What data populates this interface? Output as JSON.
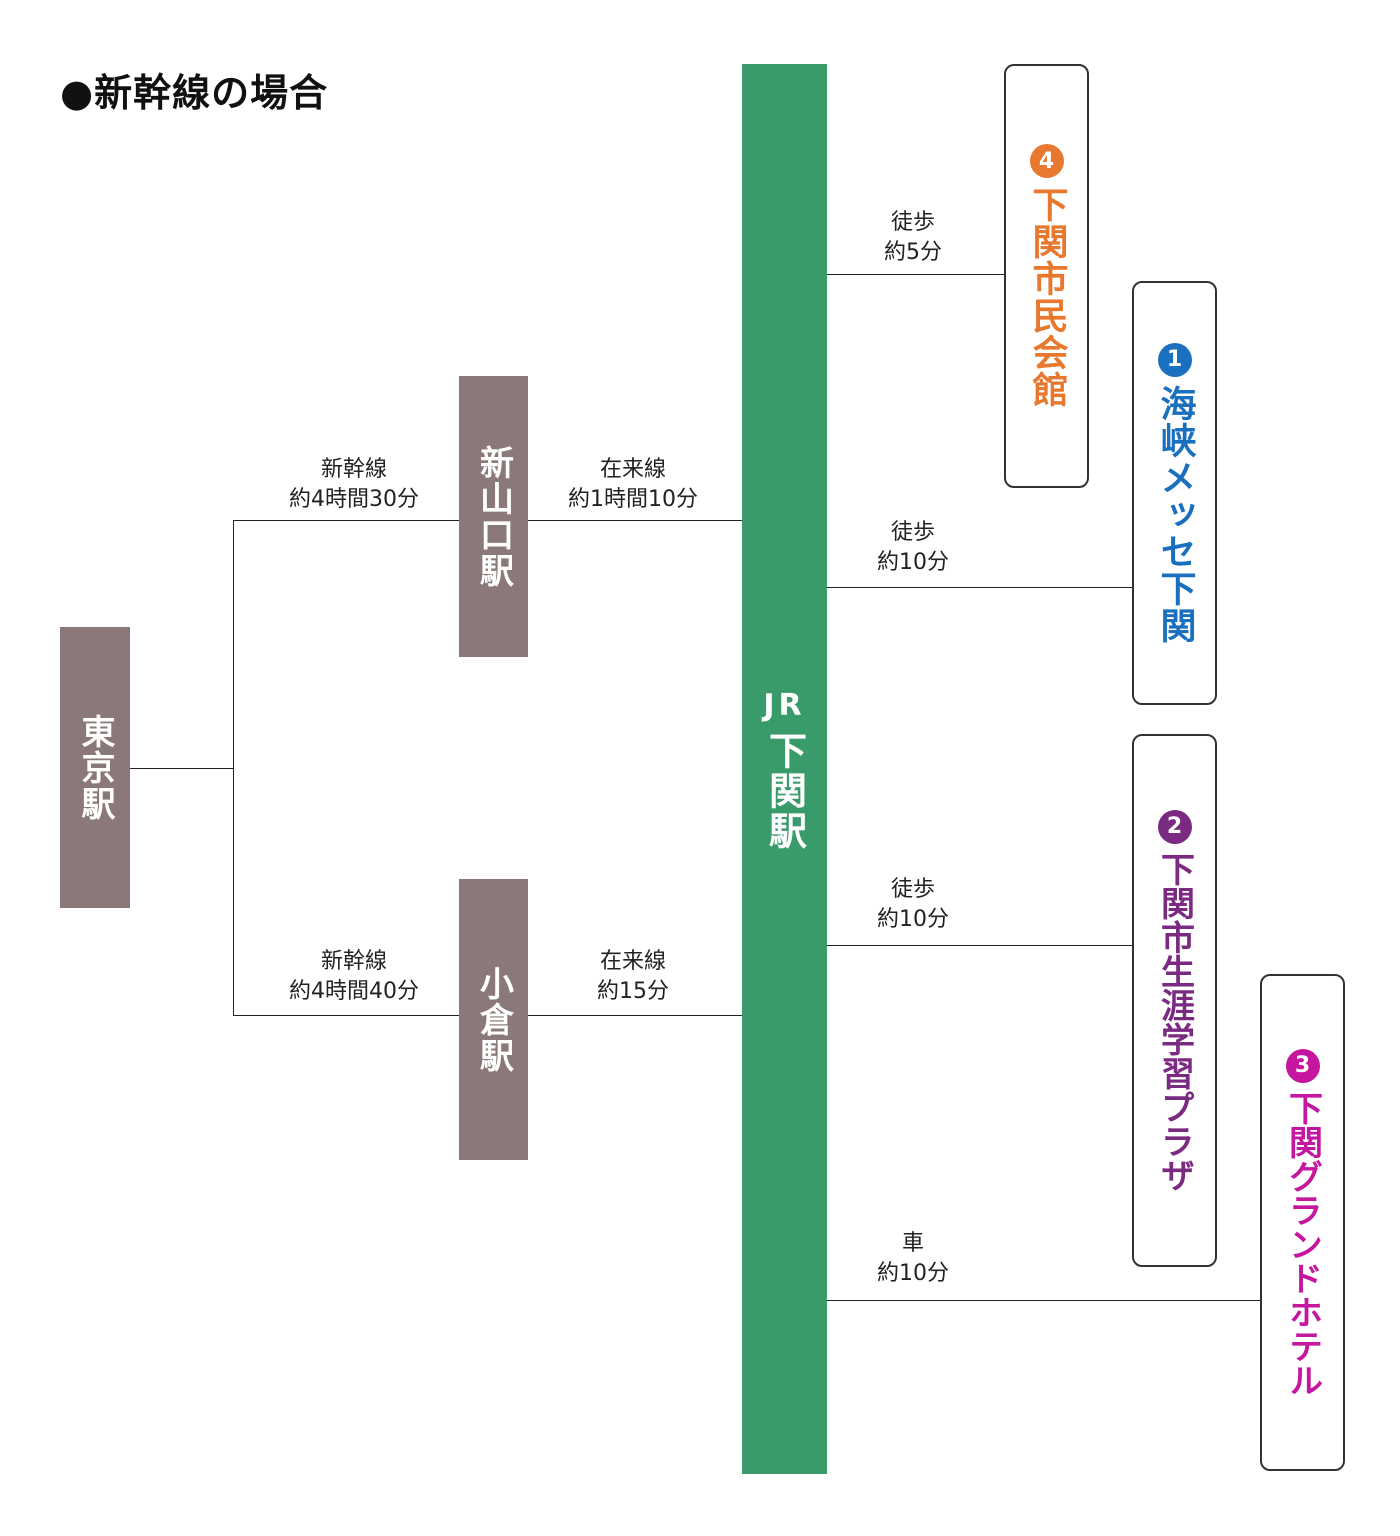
{
  "title": "●新幹線の場合",
  "stations": {
    "tokyo": "東京駅",
    "shin_yamaguchi": "新山口駅",
    "kokura": "小倉駅"
  },
  "jr": {
    "prefix": "JR",
    "name": "下関駅"
  },
  "routes": {
    "tokyo_shin_yamaguchi": {
      "mode": "新幹線",
      "time": "約4時間30分"
    },
    "tokyo_kokura": {
      "mode": "新幹線",
      "time": "約4時間40分"
    },
    "shin_yamaguchi_jr": {
      "mode": "在来線",
      "time": "約1時間10分"
    },
    "kokura_jr": {
      "mode": "在来線",
      "time": "約15分"
    },
    "to_dest4": {
      "mode": "徒歩",
      "time": "約5分"
    },
    "to_dest1": {
      "mode": "徒歩",
      "time": "約10分"
    },
    "to_dest2": {
      "mode": "徒歩",
      "time": "約10分"
    },
    "to_dest3": {
      "mode": "車",
      "time": "約10分"
    }
  },
  "destinations": {
    "d4": {
      "number": "4",
      "name": "下関市民会館",
      "color": "#e8782e"
    },
    "d1": {
      "number": "1",
      "name": "海峡メッセ下関",
      "color": "#1a6fbf"
    },
    "d2": {
      "number": "2",
      "name": "下関市生涯学習プラザ",
      "color": "#7b2a82"
    },
    "d3": {
      "number": "3",
      "name": "下関グランドホテル",
      "color": "#c4169f"
    }
  }
}
